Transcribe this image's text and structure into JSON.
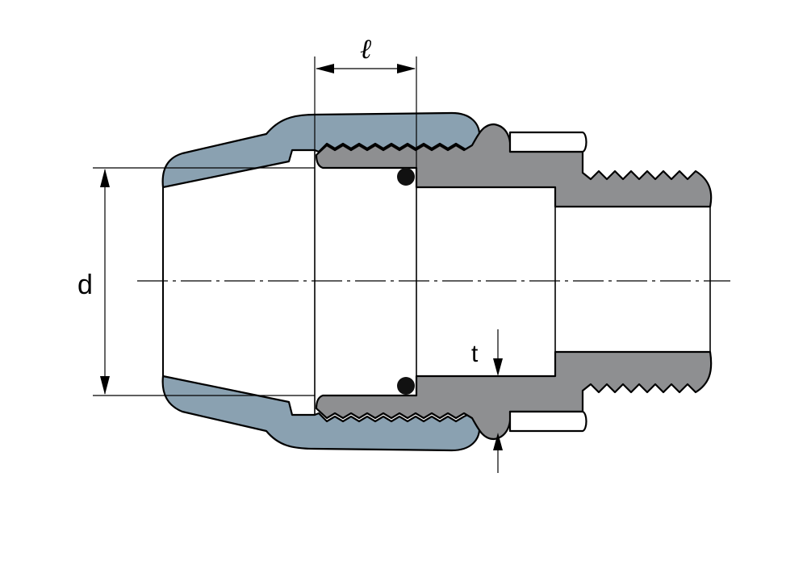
{
  "labels": {
    "diameter": "d",
    "length": "ℓ",
    "thickness": "t"
  },
  "colors": {
    "nut": "#8aa1b1",
    "body": "#8e8f91",
    "outline": "#1a1a1a",
    "background": "#ffffff"
  }
}
